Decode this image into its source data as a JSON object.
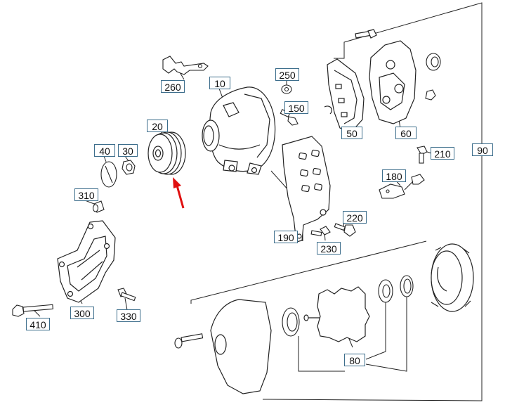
{
  "callouts": {
    "c10": "10",
    "c20": "20",
    "c30": "30",
    "c40": "40",
    "c50": "50",
    "c60": "60",
    "c80": "80",
    "c90": "90",
    "c150": "150",
    "c180": "180",
    "c190": "190",
    "c210": "210",
    "c220": "220",
    "c230": "230",
    "c250": "250",
    "c260": "260",
    "c300": "300",
    "c310": "310",
    "c330": "330",
    "c410": "410"
  },
  "highlight": {
    "target": "20",
    "arrow_color": "#e01010"
  },
  "colors": {
    "line": "#222222",
    "callout_border": "#3d6e8c"
  }
}
